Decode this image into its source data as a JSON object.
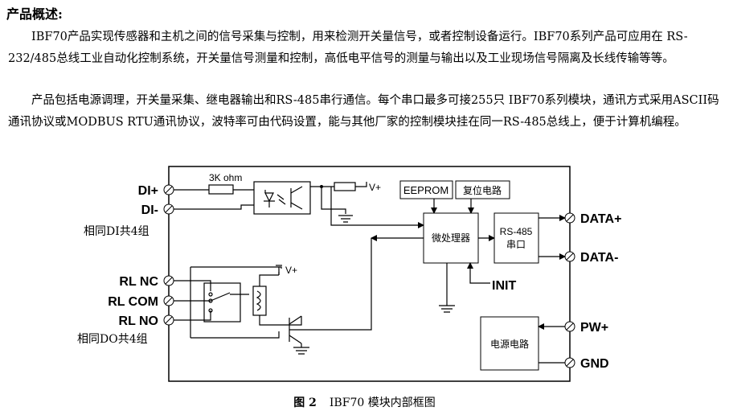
{
  "section": {
    "heading": "产品概述:",
    "paragraph1": "IBF70产品实现传感器和主机之间的信号采集与控制，用来检测开关量信号，或者控制设备运行。IBF70系列产品可应用在 RS-232/485总线工业自动化控制系统，开关量信号测量和控制，高低电平信号的测量与输出以及工业现场信号隔离及长线传输等等。",
    "paragraph2": "产品包括电源调理，开关量采集、继电器输出和RS-485串行通信。每个串口最多可接255只 IBF70系列模块，通讯方式采用ASCII码通讯协议或MODBUS RTU通讯协议，波特率可由代码设置，能与其他厂家的控制模块挂在同一RS-485总线上，便于计算机编程。"
  },
  "diagram": {
    "pins_left": {
      "di_plus": "DI+",
      "di_minus": "DI-",
      "di_note": "相同DI共4组",
      "rl_nc": "RL NC",
      "rl_com": "RL COM",
      "rl_no": "RL NO",
      "do_note": "相同DO共4组"
    },
    "pins_right": {
      "data_plus": "DATA+",
      "data_minus": "DATA-",
      "pw_plus": "PW+",
      "gnd": "GND"
    },
    "blocks": {
      "resistor": "3K ohm",
      "vplus_top": "V+",
      "vplus_relay": "V+",
      "eeprom": "EEPROM",
      "reset": "复位电路",
      "mcu": "微处理器",
      "rs485_line1": "RS-485",
      "rs485_line2": "串口",
      "init": "INIT",
      "power": "电源电路"
    }
  },
  "caption": {
    "figure_no": "图 2",
    "title": "IBF70 模块内部框图"
  }
}
